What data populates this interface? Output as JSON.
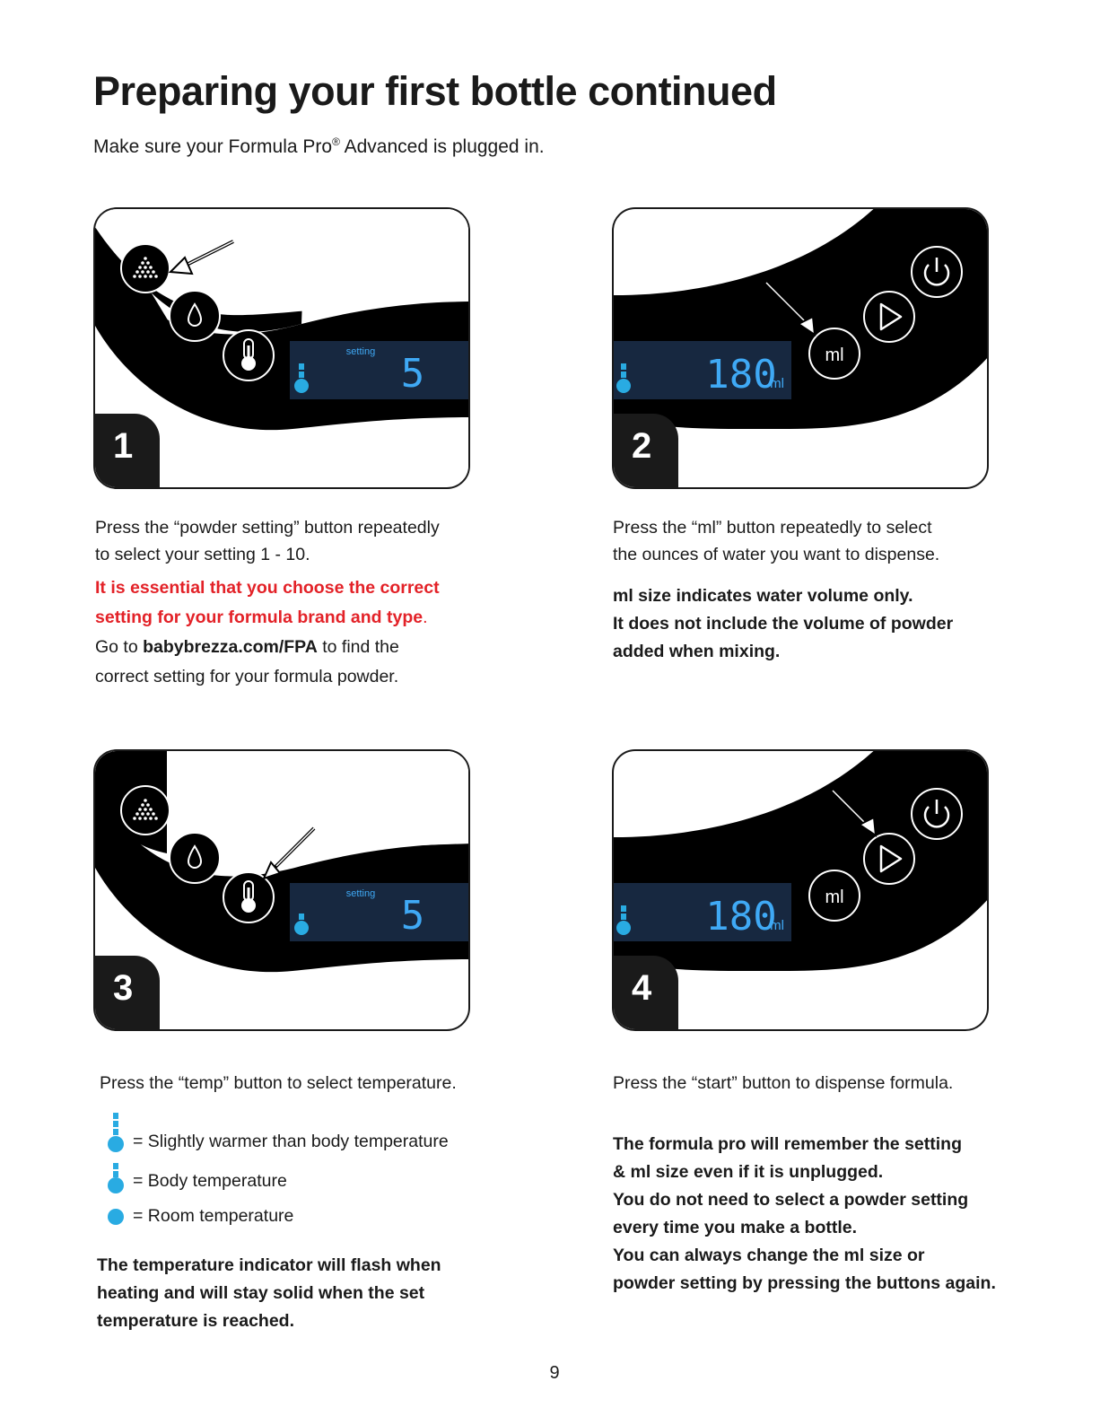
{
  "header": {
    "title": "Preparing your first bottle continued",
    "subtitle_pre": "Make sure your Formula Pro",
    "subtitle_reg": "®",
    "subtitle_post": " Advanced is plugged in."
  },
  "panels": {
    "p1": {
      "number": "1",
      "display_label": "setting",
      "display_value": "5"
    },
    "p2": {
      "number": "2",
      "display_value": "180",
      "display_unit": "ml",
      "button_label": "ml"
    },
    "p3": {
      "number": "3",
      "display_label": "setting",
      "display_value": "5"
    },
    "p4": {
      "number": "4",
      "display_value": "180",
      "display_unit": "ml",
      "button_label": "ml"
    }
  },
  "step1": {
    "line1": "Press the “powder setting” button repeatedly",
    "line2": "to select your setting 1 - 10.",
    "red1": "It is essential that you choose the correct",
    "red2": "setting for your formula brand and type",
    "red2_end": ".",
    "goto_pre": "Go to ",
    "goto_link": "babybrezza.com/FPA",
    "goto_post": " to find the",
    "line_last": "correct setting for your formula powder."
  },
  "step2": {
    "line1": "Press the “ml” button repeatedly to select",
    "line2": "the ounces of water you want to dispense.",
    "bold1": "ml size indicates water volume only.",
    "bold2": "It does not include the volume of powder",
    "bold3": "added when mixing."
  },
  "step3": {
    "line1": "Press the “temp” button to select temperature.",
    "legend": [
      "= Slightly warmer than body temperature",
      "= Body temperature",
      "= Room temperature"
    ],
    "bold1": "The temperature indicator will flash when",
    "bold2": "heating and will stay solid when the set",
    "bold3": "temperature is reached."
  },
  "step4": {
    "line1": "Press the “start” button to dispense formula.",
    "bold1": "The formula pro will remember the setting",
    "bold2": "& ml size even if it is unplugged.",
    "bold3": "You do not need to select a powder setting",
    "bold4": "every time you make a bottle.",
    "bold5": "You can always change the ml size or",
    "bold6": "powder setting by pressing the buttons again."
  },
  "footer": {
    "page_number": "9"
  },
  "colors": {
    "accent_red": "#e32228",
    "lcd_bg": "#172840",
    "lcd_blue": "#3fa9f5",
    "indicator_blue": "#29abe2"
  },
  "icons": [
    "powder-icon",
    "water-drop-icon",
    "thermometer-icon",
    "play-icon",
    "power-icon",
    "arrow-icon"
  ]
}
